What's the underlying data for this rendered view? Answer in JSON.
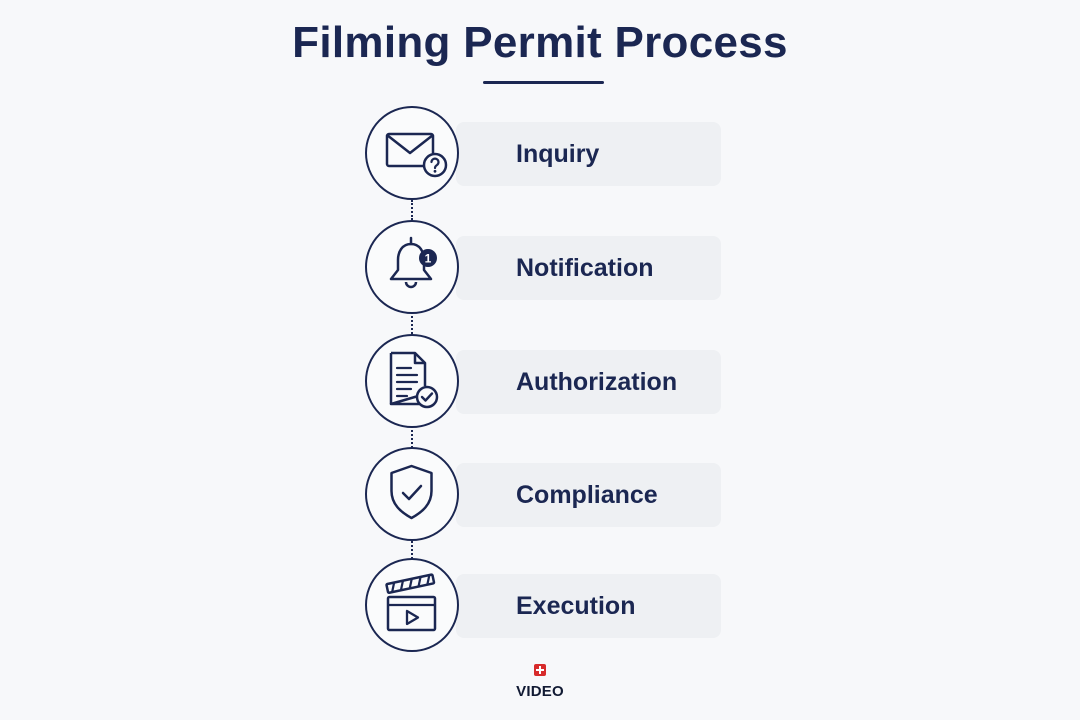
{
  "title": "Filming Permit Process",
  "colors": {
    "primary": "#1b2752",
    "card_background": "#eef0f3",
    "page_background": "#f7f8fa",
    "brand_red": "#d72b2b"
  },
  "steps": [
    {
      "label": "Inquiry",
      "icon": "envelope-question-icon"
    },
    {
      "label": "Notification",
      "icon": "bell-badge-icon",
      "badge": "1"
    },
    {
      "label": "Authorization",
      "icon": "document-check-icon"
    },
    {
      "label": "Compliance",
      "icon": "shield-check-icon"
    },
    {
      "label": "Execution",
      "icon": "clapperboard-play-icon"
    }
  ],
  "brand": {
    "icon": "red-cross-icon",
    "label": "VIDEO"
  }
}
